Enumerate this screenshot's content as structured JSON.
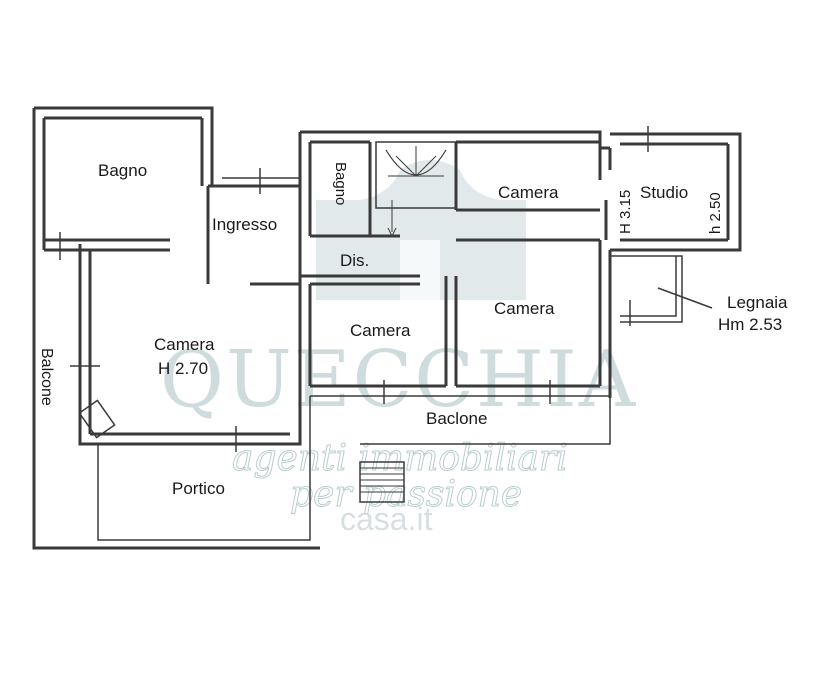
{
  "rooms": {
    "bagno_left": "Bagno",
    "ingresso": "Ingresso",
    "bagno_small": "Bagno",
    "camera_top": "Camera",
    "studio": "Studio",
    "studio_h": "H 3.15",
    "studio_h2": "h 2.50",
    "dis": "Dis.",
    "camera_center": "Camera",
    "camera_mid": "Camera",
    "camera_main": "Camera",
    "camera_main_h": "H 2.70",
    "legnaia": "Legnaia",
    "legnaia_h": "Hm 2.53",
    "balcone": "Balcone",
    "baclone": "Baclone",
    "portico": "Portico"
  },
  "watermark": {
    "brand": "QUECCHIA",
    "tagline1": "agenti immobiliari",
    "tagline2": "per passione",
    "site": "casa.it"
  },
  "colors": {
    "wall": "#3a3a3a",
    "watermark": "#a9c1c3"
  }
}
